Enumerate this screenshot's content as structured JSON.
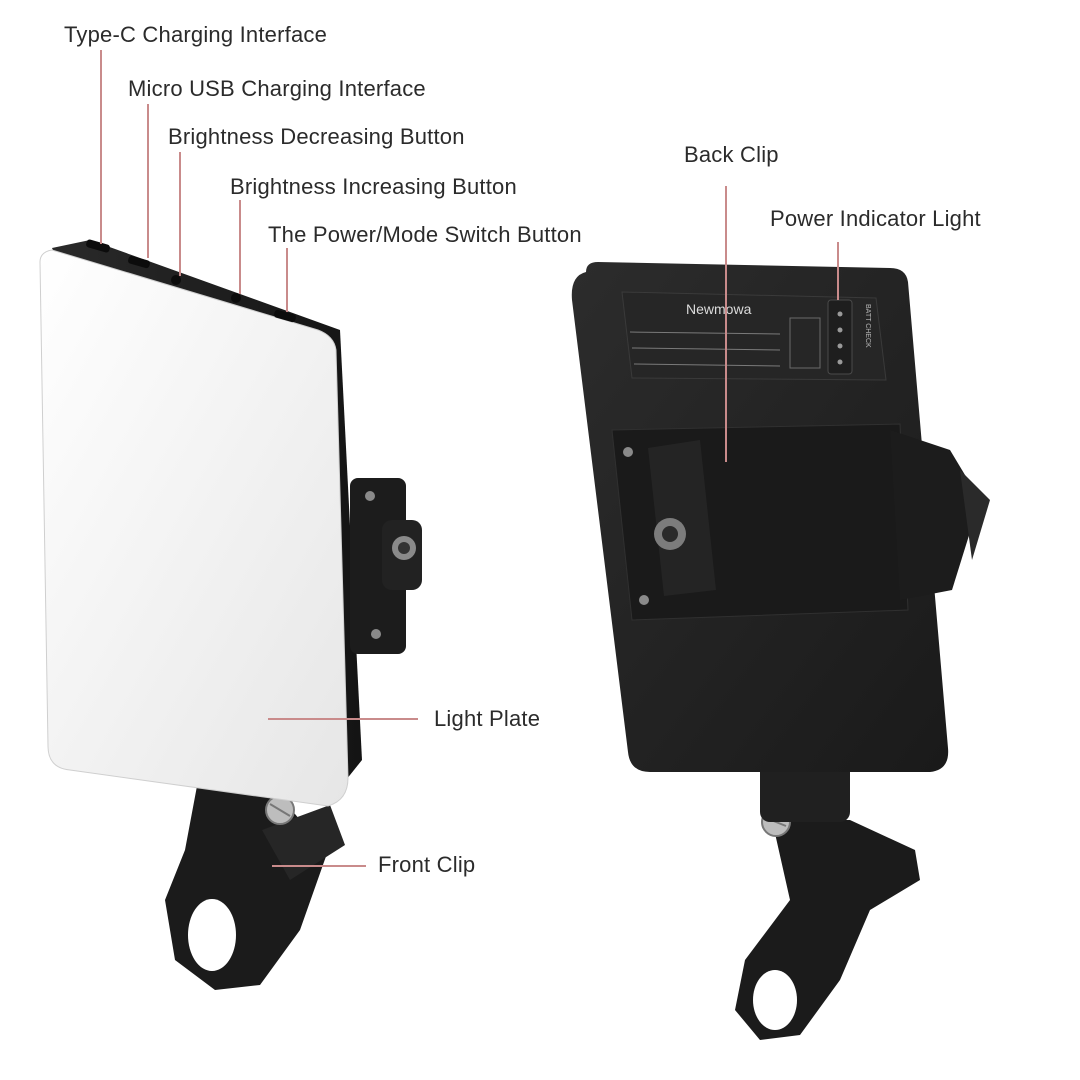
{
  "labels": {
    "type_c": "Type-C Charging Interface",
    "micro_usb": "Micro USB Charging Interface",
    "brightness_decrease": "Brightness Decreasing Button",
    "brightness_increase": "Brightness Increasing Button",
    "power_mode": "The Power/Mode Switch Button",
    "back_clip": "Back Clip",
    "power_indicator": "Power Indicator Light",
    "light_plate": "Light Plate",
    "front_clip": "Front Clip"
  },
  "device_back": {
    "brand": "Newmowa",
    "battery_check": "BATT CHECK"
  },
  "colors": {
    "leader_line": "#c98b8b",
    "label_text": "#2b2b2b",
    "device_body": "#1f1f1f",
    "light_plate": "#f2f2f2"
  }
}
